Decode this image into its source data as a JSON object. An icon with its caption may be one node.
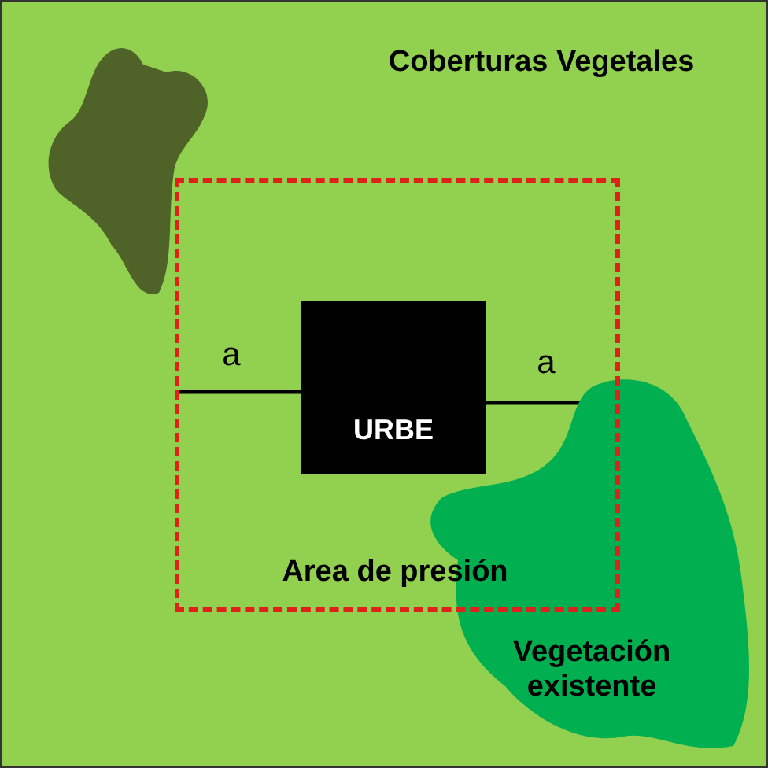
{
  "diagram": {
    "title": "Coberturas Vegetales",
    "nodes": [
      {
        "text": [],
        "shape": "picture"
      },
      {
        "text": [
          "Area de presión"
        ]
      },
      {
        "text": [
          "URBE"
        ],
        "in": 1
      },
      {
        "text": [
          "Vegetación existente"
        ]
      }
    ],
    "labels": [
      "a",
      "a"
    ]
  }
}
